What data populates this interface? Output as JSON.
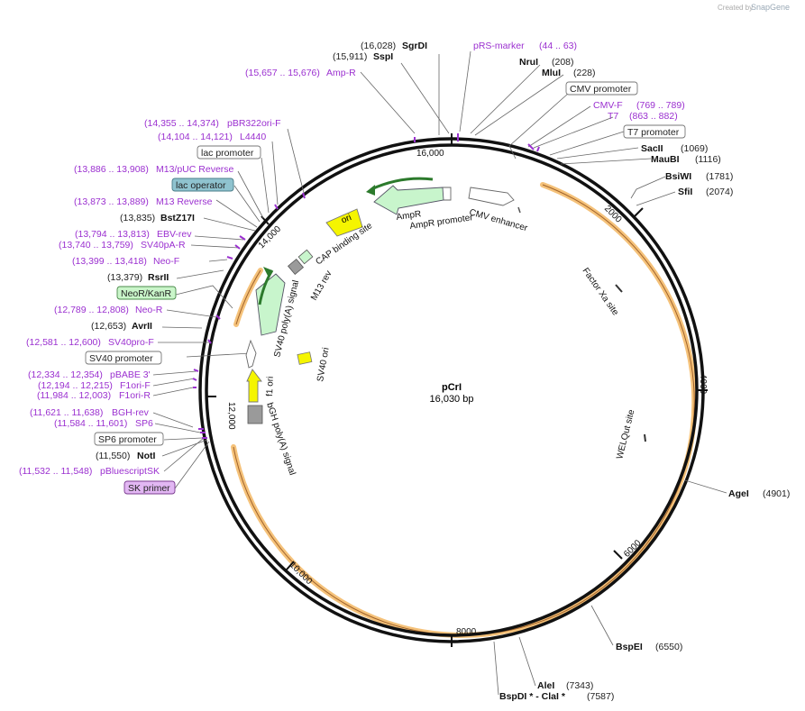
{
  "credit": {
    "prefix": "Created by",
    "brand": "SnapGene"
  },
  "plasmid": {
    "name": "pCrI",
    "size": "16,030 bp"
  },
  "ticks": [
    "16,000",
    "2000",
    "4000",
    "6000",
    "8000",
    "10,000",
    "12,000",
    "14,000"
  ],
  "top_labels": {
    "sgrdi_pos": "(16,028)",
    "sgrdi": "SgrDI",
    "sspi_pos": "(15,911)",
    "sspi": "SspI",
    "prs": "pRS-marker",
    "prs_range": "(44 .. 63)",
    "ampr_range": "(15,657 .. 15,676)",
    "ampr": "Amp-R",
    "nrui": "NruI",
    "nrui_pos": "(208)",
    "mlui": "MluI",
    "mlui_pos": "(228)"
  },
  "right_labels": {
    "cmv_promoter": "CMV promoter",
    "cmvf": "CMV-F",
    "cmvf_range": "(769 .. 789)",
    "t7": "T7",
    "t7_range": "(863 .. 882)",
    "t7_promoter": "T7 promoter",
    "sacii": "SacII",
    "sacii_pos": "(1069)",
    "maubi": "MauBI",
    "maubi_pos": "(1116)",
    "bsiwi": "BsiWI",
    "bsiwi_pos": "(1781)",
    "sfii": "SfiI",
    "sfii_pos": "(2074)",
    "agei": "AgeI",
    "agei_pos": "(4901)",
    "bspei": "BspEI",
    "bspei_pos": "(6550)",
    "alei": "AleI",
    "alei_pos": "(7343)",
    "bspdi": "BspDI * - ClaI *",
    "bspdi_pos": "(7587)"
  },
  "left_labels": {
    "pbr_range": "(14,355 .. 14,374)",
    "pbr": "pBR322ori-F",
    "l4440_range": "(14,104 .. 14,121)",
    "l4440": "L4440",
    "lac_promoter": "lac promoter",
    "m13puc_range": "(13,886 .. 13,908)",
    "m13puc": "M13/pUC Reverse",
    "lac_operator": "lac operator",
    "m13rev_range": "(13,873 .. 13,889)",
    "m13rev": "M13 Reverse",
    "bstz_pos": "(13,835)",
    "bstz": "BstZ17I",
    "ebv_range": "(13,794 .. 13,813)",
    "ebv": "EBV-rev",
    "sv40pa_range": "(13,740 .. 13,759)",
    "sv40pa": "SV40pA-R",
    "neof_range": "(13,399 .. 13,418)",
    "neof": "Neo-F",
    "rsrii_pos": "(13,379)",
    "rsrii": "RsrII",
    "neokan": "NeoR/KanR",
    "neor_range": "(12,789 .. 12,808)",
    "neor": "Neo-R",
    "avrii_pos": "(12,653)",
    "avrii": "AvrII",
    "sv40pro_range": "(12,581 .. 12,600)",
    "sv40pro": "SV40pro-F",
    "sv40_promoter": "SV40 promoter",
    "pbabe_range": "(12,334 .. 12,354)",
    "pbabe": "pBABE 3'",
    "f1orif_range": "(12,194 .. 12,215)",
    "f1orif": "F1ori-F",
    "f1orir_range": "(11,984 .. 12,003)",
    "f1orir": "F1ori-R",
    "bgh_range": "(11,621 .. 11,638)",
    "bgh": "BGH-rev",
    "sp6_range": "(11,584 .. 11,601)",
    "sp6": "SP6",
    "sp6_promoter": "SP6 promoter",
    "noti_pos": "(11,550)",
    "noti": "NotI",
    "pbsk_range": "(11,532 .. 11,548)",
    "pbsk": "pBluescriptSK",
    "sk_primer": "SK primer"
  },
  "features": {
    "cmv_enhancer": "CMV enhancer",
    "ampr": "AmpR",
    "ampr_promoter": "AmpR promoter",
    "ori": "ori",
    "cap": "CAP binding site",
    "m13rev": "M13 rev",
    "sv40polya": "SV40 poly(A) signal",
    "sv40ori": "SV40 ori",
    "f1ori": "f1 ori",
    "bgh": "bGH poly(A) signal",
    "factor_xa": "Factor Xa site",
    "welqut": "WELQut site"
  },
  "colors": {
    "backbone": "#111111",
    "orange_arc": "#f5c27a",
    "primer": "#9b30d0",
    "feature_green": "#c8f5cc",
    "ori_yellow": "#f5f500",
    "lac_operator": "#8fc3cf",
    "neokan": "#c9f5c9",
    "sk_primer": "#e2b7f3"
  }
}
